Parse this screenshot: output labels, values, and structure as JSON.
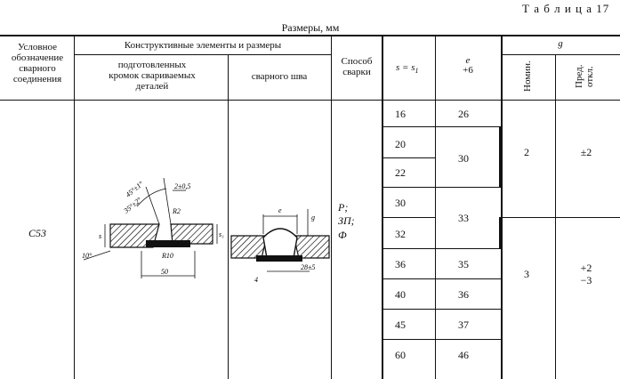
{
  "table_label": "Т а б л и ц а  17",
  "dimensions_caption": "Размеры, мм",
  "headers": {
    "symbol": [
      "Условное",
      "обозначение",
      "сварного",
      "соединения"
    ],
    "elements": "Конструктивные элементы и размеры",
    "prepared": [
      "подготовленных",
      "кромок свариваемых",
      "деталей"
    ],
    "weld": "сварного шва",
    "method": [
      "Способ",
      "сварки"
    ],
    "s": "s = s",
    "s_sub": "1",
    "e": "e",
    "e_tol": "+6",
    "g": "g",
    "g_nom": "Номин.",
    "g_dev": "Пред. откл."
  },
  "row": {
    "symbol": "С53",
    "methods": [
      "Р;",
      "ЗП;",
      "Ф"
    ]
  },
  "s_values": [
    "16",
    "20",
    "22",
    "30",
    "32",
    "36",
    "40",
    "45",
    "60"
  ],
  "e_values": [
    "26",
    "30",
    "33",
    "35",
    "36",
    "37",
    "46"
  ],
  "g_groups": [
    {
      "nom": "2",
      "dev": "±2"
    },
    {
      "nom": "3",
      "dev_plus": "+2",
      "dev_minus": "−3"
    }
  ],
  "drawing_labels": {
    "angle": "45°±1°",
    "bevel": "35°±2°",
    "gap_top": "2±0,5",
    "r": "R2",
    "s_mark": "s",
    "s1_mark": "s₁",
    "angle2": "10°",
    "r10": "R10",
    "len50": "50",
    "weld_e": "e",
    "weld_g": "g",
    "weld_4": "4",
    "weld_len": "28±5"
  }
}
